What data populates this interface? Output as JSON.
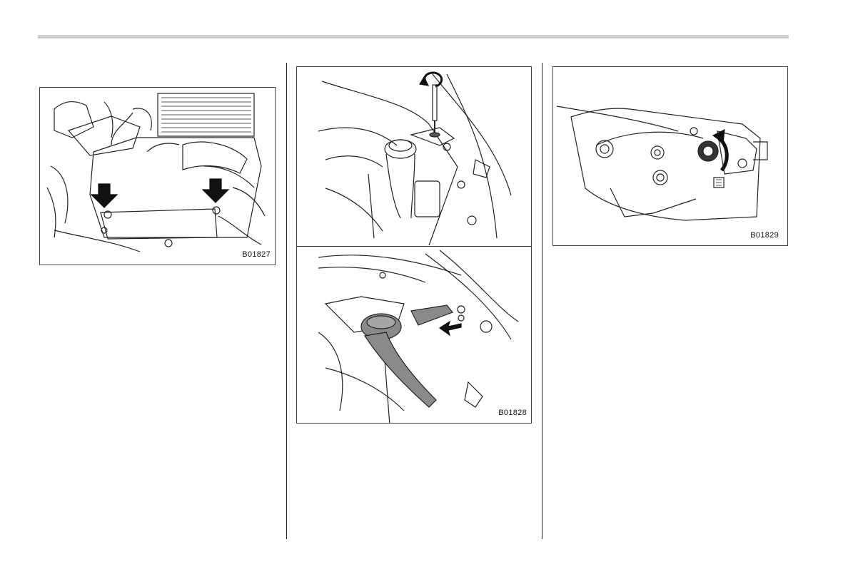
{
  "figures": {
    "engine_cover": {
      "code": "B01827"
    },
    "washer_tank": {
      "code": "B01828"
    },
    "headlight_unit": {
      "code": "B01829"
    }
  },
  "colors": {
    "rule": "#cfcfcf",
    "line": "#222222",
    "arrow": "#111111",
    "shade": "#8a8a8a"
  }
}
